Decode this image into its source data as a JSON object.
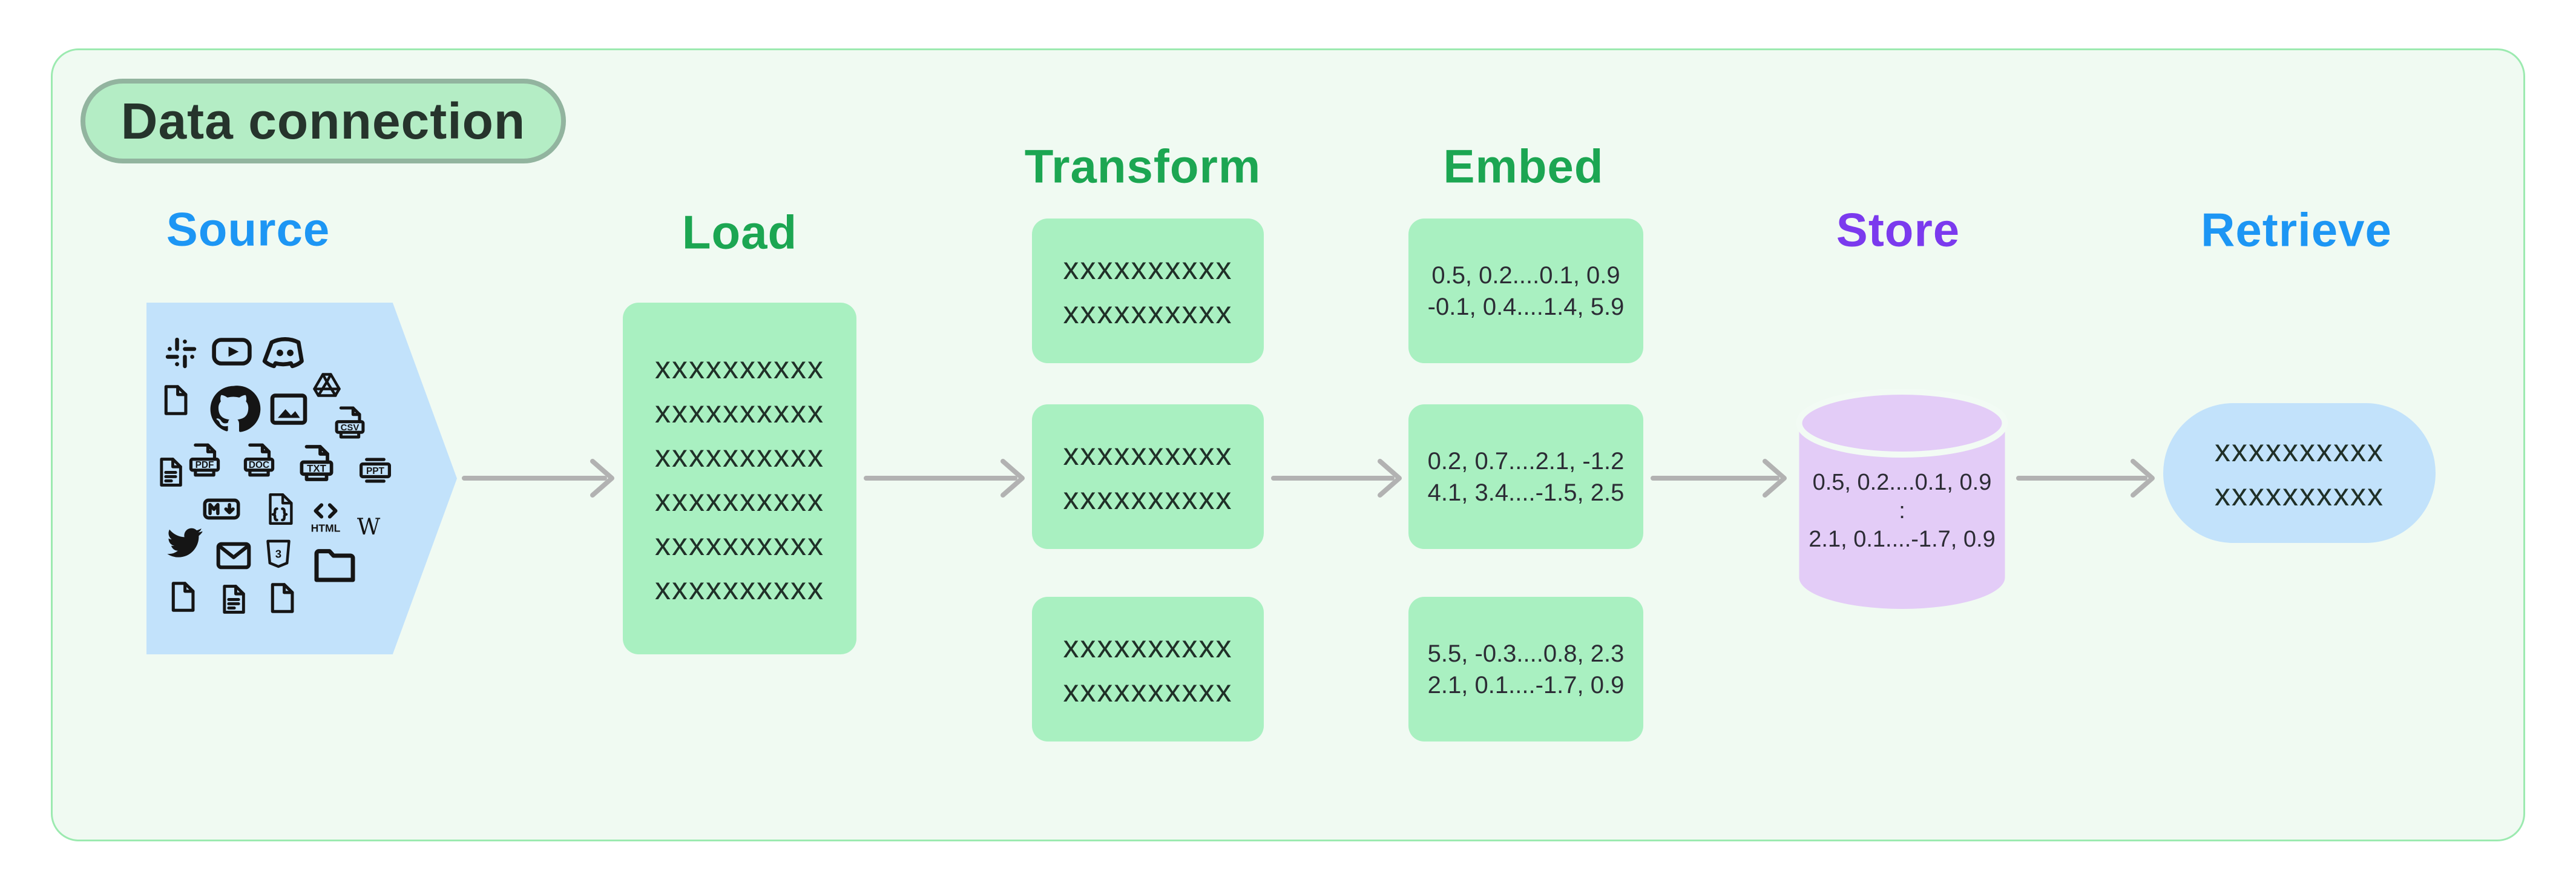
{
  "diagram": {
    "title": "Data connection",
    "colors": {
      "header_blue": "#1d96f4",
      "header_green": "#1ca652",
      "header_purple": "#7b3aee",
      "box_green": "#a9f0c1",
      "shape_blue": "#c2e2fb",
      "cylinder_purple": "#e3ccf7",
      "panel_background": "#f0faf2",
      "arrow_gray": "#b2b2b2"
    },
    "stages": {
      "source": {
        "label": "Source",
        "icon_rows": [
          [
            "slack-icon",
            "youtube-icon",
            "discord-icon"
          ],
          [
            "file-icon",
            "github-icon",
            "image-icon",
            "google-drive-icon",
            "csv-file-icon"
          ],
          [
            "document-text-icon",
            "pdf-file-icon",
            "doc-file-icon",
            "txt-file-icon",
            "ppt-file-icon"
          ],
          [
            "markdown-icon",
            "json-file-icon",
            "html-icon",
            "wikipedia-icon"
          ],
          [
            "twitter-icon",
            "email-icon",
            "css3-icon",
            "folder-icon"
          ],
          [
            "file-icon",
            "document-text-icon",
            "file-icon"
          ]
        ]
      },
      "load": {
        "label": "Load",
        "lines": [
          "xxxxxxxxxx",
          "xxxxxxxxxx",
          "xxxxxxxxxx",
          "xxxxxxxxxx",
          "xxxxxxxxxx",
          "xxxxxxxxxx"
        ]
      },
      "transform": {
        "label": "Transform",
        "boxes": [
          {
            "lines": [
              "xxxxxxxxxx",
              "xxxxxxxxxx"
            ]
          },
          {
            "lines": [
              "xxxxxxxxxx",
              "xxxxxxxxxx"
            ]
          },
          {
            "lines": [
              "xxxxxxxxxx",
              "xxxxxxxxxx"
            ]
          }
        ]
      },
      "embed": {
        "label": "Embed",
        "boxes": [
          {
            "lines": [
              "0.5, 0.2....0.1, 0.9",
              "-0.1, 0.4....1.4, 5.9"
            ]
          },
          {
            "lines": [
              "0.2, 0.7....2.1, -1.2",
              "4.1, 3.4....-1.5, 2.5"
            ]
          },
          {
            "lines": [
              "5.5, -0.3....0.8, 2.3",
              "2.1, 0.1....-1.7, 0.9"
            ]
          }
        ]
      },
      "store": {
        "label": "Store",
        "lines": [
          "0.5, 0.2....0.1, 0.9",
          ":",
          "2.1, 0.1....-1.7, 0.9"
        ]
      },
      "retrieve": {
        "label": "Retrieve",
        "lines": [
          "xxxxxxxxxx",
          "xxxxxxxxxx"
        ]
      }
    }
  }
}
